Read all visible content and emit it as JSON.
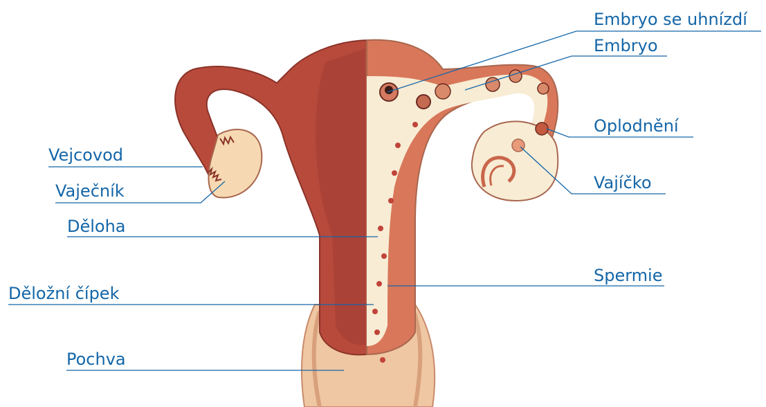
{
  "colors": {
    "label": "#1466a8",
    "leader_line": "#1466a8",
    "left_half": "#b84a3c",
    "left_half_dark": "#9c3a30",
    "right_inner": "#f8ecd4",
    "right_wall": "#d9775a",
    "ovary": "#f6d9b2",
    "vagina": "#efc7a2"
  },
  "labels": {
    "embryo_implants": "Embryo se uhnízdí",
    "embryo": "Embryo",
    "fertilization": "Oplodnění",
    "egg": "Vajíčko",
    "sperm": "Spermie",
    "fallopian_tube": "Vejcovod",
    "ovary": "Vaječník",
    "uterus": "Děloha",
    "cervix": "Děložní čípek",
    "vagina": "Pochva"
  }
}
